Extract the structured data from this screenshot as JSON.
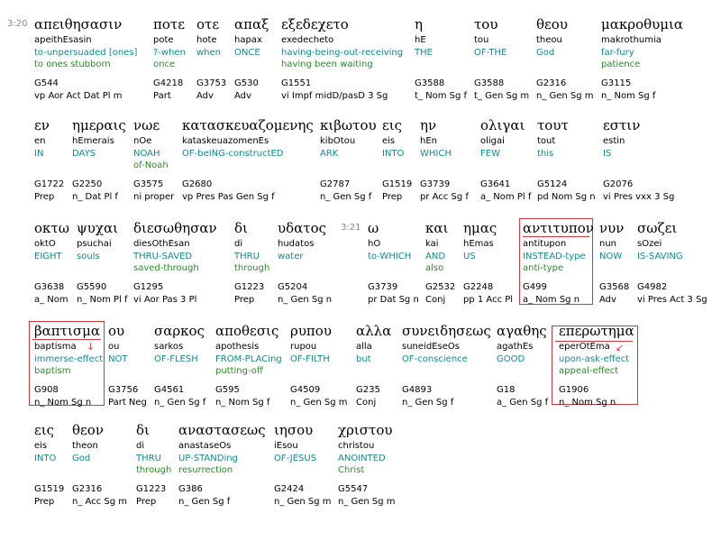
{
  "verse_refs": [
    "3:20",
    "3:21"
  ],
  "words": [
    {
      "greek": "απειθησασιν",
      "translit": "apeithEsasin",
      "gloss": "to-unpersuaded [ones]",
      "alt": "to ones stubborn",
      "strongs": "G544",
      "parse": "vp Aor Act Dat Pl m"
    },
    {
      "greek": "ποτε",
      "translit": "pote",
      "gloss": "?-when",
      "alt": "once",
      "strongs": "G4218",
      "parse": "Part"
    },
    {
      "greek": "οτε",
      "translit": "hote",
      "gloss": "when",
      "alt": "",
      "strongs": "G3753",
      "parse": "Adv"
    },
    {
      "greek": "απαξ",
      "translit": "hapax",
      "gloss": "ONCE",
      "alt": "",
      "strongs": "G530",
      "parse": "Adv"
    },
    {
      "greek": "εξεδεχετο",
      "translit": "exedecheto",
      "gloss": "having-being-out-receiving",
      "alt": "having been waiting",
      "strongs": "G1551",
      "parse": "vi Impf midD/pasD 3 Sg"
    },
    {
      "greek": "η",
      "translit": "hE",
      "gloss": "THE",
      "alt": "",
      "strongs": "G3588",
      "parse": "t_ Nom Sg f"
    },
    {
      "greek": "του",
      "translit": "tou",
      "gloss": "OF-THE",
      "alt": "",
      "strongs": "G3588",
      "parse": "t_ Gen Sg m"
    },
    {
      "greek": "θεου",
      "translit": "theou",
      "gloss": "God",
      "alt": "",
      "strongs": "G2316",
      "parse": "n_ Gen Sg m"
    },
    {
      "greek": "μακροθυμια",
      "translit": "makrothumia",
      "gloss": "far-fury",
      "alt": "patience",
      "strongs": "G3115",
      "parse": "n_ Nom Sg f"
    },
    {
      "greek": "εν",
      "translit": "en",
      "gloss": "IN",
      "alt": "",
      "strongs": "G1722",
      "parse": "Prep"
    },
    {
      "greek": "ημεραις",
      "translit": "hEmerais",
      "gloss": "DAYS",
      "alt": "",
      "strongs": "G2250",
      "parse": "n_ Dat Pl f"
    },
    {
      "greek": "νωε",
      "translit": "nOe",
      "gloss": "NOAH",
      "alt": "of-Noah",
      "strongs": "G3575",
      "parse": "ni proper"
    },
    {
      "greek": "κατασκευαζομενης",
      "translit": "kataskeuazomenEs",
      "gloss": "OF-beING-constructED",
      "alt": "",
      "strongs": "G2680",
      "parse": "vp Pres Pas Gen Sg f"
    },
    {
      "greek": "κιβωτου",
      "translit": "kibOtou",
      "gloss": "ARK",
      "alt": "",
      "strongs": "G2787",
      "parse": "n_ Gen Sg f"
    },
    {
      "greek": "εις",
      "translit": "eis",
      "gloss": "INTO",
      "alt": "",
      "strongs": "G1519",
      "parse": "Prep"
    },
    {
      "greek": "ην",
      "translit": "hEn",
      "gloss": "WHICH",
      "alt": "",
      "strongs": "G3739",
      "parse": "pr Acc Sg f"
    },
    {
      "greek": "ολιγαι",
      "translit": "oligai",
      "gloss": "FEW",
      "alt": "",
      "strongs": "G3641",
      "parse": "a_ Nom Pl f"
    },
    {
      "greek": "τουτ",
      "translit": "tout",
      "gloss": "this",
      "alt": "",
      "strongs": "G5124",
      "parse": "pd Nom Sg n"
    },
    {
      "greek": "εστιν",
      "translit": "estin",
      "gloss": "IS",
      "alt": "",
      "strongs": "G2076",
      "parse": "vi Pres vxx 3 Sg"
    },
    {
      "greek": "οκτω",
      "translit": "oktO",
      "gloss": "EIGHT",
      "alt": "",
      "strongs": "G3638",
      "parse": "a_ Nom"
    },
    {
      "greek": "ψυχαι",
      "translit": "psuchai",
      "gloss": "souls",
      "alt": "",
      "strongs": "G5590",
      "parse": "n_ Nom Pl f"
    },
    {
      "greek": "διεσωθησαν",
      "translit": "diesOthEsan",
      "gloss": "THRU-SAVED",
      "alt": "saved-through",
      "strongs": "G1295",
      "parse": "vi Aor Pas 3 Pl"
    },
    {
      "greek": "δι",
      "translit": "di",
      "gloss": "THRU",
      "alt": "through",
      "strongs": "G1223",
      "parse": "Prep"
    },
    {
      "greek": "υδατος",
      "translit": "hudatos",
      "gloss": "water",
      "alt": "",
      "strongs": "G5204",
      "parse": "n_ Gen Sg n"
    },
    {
      "greek": "ω",
      "translit": "hO",
      "gloss": "to-WHICH",
      "alt": "",
      "strongs": "G3739",
      "parse": "pr Dat Sg n"
    },
    {
      "greek": "και",
      "translit": "kai",
      "gloss": "AND",
      "alt": "also",
      "strongs": "G2532",
      "parse": "Conj"
    },
    {
      "greek": "ημας",
      "translit": "hEmas",
      "gloss": "US",
      "alt": "",
      "strongs": "G2248",
      "parse": "pp 1 Acc Pl"
    },
    {
      "greek": "αντιτυπον",
      "translit": "antitupon",
      "gloss": "INSTEAD-type",
      "alt": "anti-type",
      "strongs": "G499",
      "parse": "a_ Nom Sg n"
    },
    {
      "greek": "νυν",
      "translit": "nun",
      "gloss": "NOW",
      "alt": "",
      "strongs": "G3568",
      "parse": "Adv"
    },
    {
      "greek": "σωζει",
      "translit": "sOzei",
      "gloss": "IS-SAVING",
      "alt": "",
      "strongs": "G4982",
      "parse": "vi Pres Act 3 Sg"
    },
    {
      "greek": "βαπτισμα",
      "translit": "baptisma",
      "gloss": "immerse-effect",
      "alt": "baptism",
      "strongs": "G908",
      "parse": "n_ Nom Sg n"
    },
    {
      "greek": "ου",
      "translit": "ou",
      "gloss": "NOT",
      "alt": "",
      "strongs": "G3756",
      "parse": "Part Neg"
    },
    {
      "greek": "σαρκος",
      "translit": "sarkos",
      "gloss": "OF-FLESH",
      "alt": "",
      "strongs": "G4561",
      "parse": "n_ Gen Sg f"
    },
    {
      "greek": "αποθεσις",
      "translit": "apothesis",
      "gloss": "FROM-PLACing",
      "alt": "putting-off",
      "strongs": "G595",
      "parse": "n_ Nom Sg f"
    },
    {
      "greek": "ρυπου",
      "translit": "rupou",
      "gloss": "OF-FILTH",
      "alt": "",
      "strongs": "G4509",
      "parse": "n_ Gen Sg m"
    },
    {
      "greek": "αλλα",
      "translit": "alla",
      "gloss": "but",
      "alt": "",
      "strongs": "G235",
      "parse": "Conj"
    },
    {
      "greek": "συνειδησεως",
      "translit": "suneidEseOs",
      "gloss": "OF-conscience",
      "alt": "",
      "strongs": "G4893",
      "parse": "n_ Gen Sg f"
    },
    {
      "greek": "αγαθης",
      "translit": "agathEs",
      "gloss": "GOOD",
      "alt": "",
      "strongs": "G18",
      "parse": "a_ Gen Sg f"
    },
    {
      "greek": "επερωτημα",
      "translit": "eperOtEma",
      "gloss": "upon-ask-effect",
      "alt": "appeal-effect",
      "strongs": "G1906",
      "parse": "n_ Nom Sg n"
    },
    {
      "greek": "εις",
      "translit": "eis",
      "gloss": "INTO",
      "alt": "",
      "strongs": "G1519",
      "parse": "Prep"
    },
    {
      "greek": "θεον",
      "translit": "theon",
      "gloss": "God",
      "alt": "",
      "strongs": "G2316",
      "parse": "n_ Acc Sg m"
    },
    {
      "greek": "δι",
      "translit": "di",
      "gloss": "THRU",
      "alt": "through",
      "strongs": "G1223",
      "parse": "Prep"
    },
    {
      "greek": "αναστασεως",
      "translit": "anastaseOs",
      "gloss": "UP-STANDing",
      "alt": "resurrection",
      "strongs": "G386",
      "parse": "n_ Gen Sg f"
    },
    {
      "greek": "ιησου",
      "translit": "iEsou",
      "gloss": "OF-JESUS",
      "alt": "",
      "strongs": "G2424",
      "parse": "n_ Gen Sg m"
    },
    {
      "greek": "χριστου",
      "translit": "christou",
      "gloss": "ANOINTED",
      "alt": "Christ",
      "strongs": "G5547",
      "parse": "n_ Gen Sg m"
    }
  ]
}
